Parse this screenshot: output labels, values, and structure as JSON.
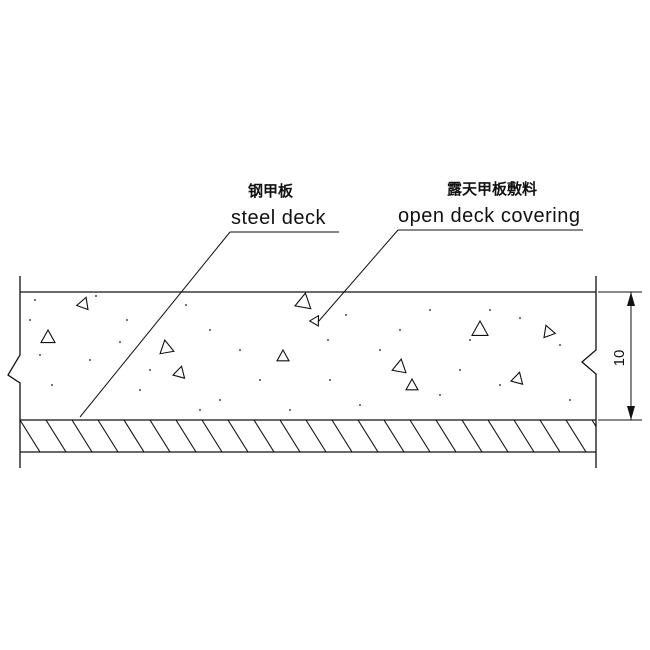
{
  "labels": {
    "steel_deck_cn": "钢甲板",
    "steel_deck_en": "steel deck",
    "covering_cn": "露天甲板敷料",
    "covering_en": "open deck covering"
  },
  "dimension": {
    "thickness": "10"
  },
  "colors": {
    "line": "#111111",
    "background": "#ffffff"
  }
}
